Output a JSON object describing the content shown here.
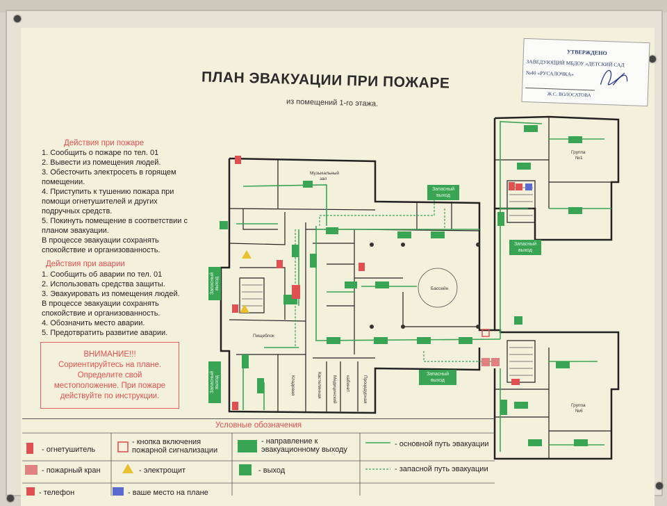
{
  "poster": {
    "title": "ПЛАН   ЭВАКУАЦИИ ПРИ ПОЖАРЕ",
    "subtitle": "из помещений 1-го этажа."
  },
  "stamp": {
    "approved": "УТВЕРЖДЕНО",
    "line1": "ЗАВЕДУЮЩИЙ   МБДОУ «ДЕТСКИЙ САД",
    "line2": "№40 «РУСАЛОЧКА»",
    "line3": "Ж.С. ВОЛОСАТОВА"
  },
  "fire_actions": {
    "heading": "Действия при пожаре",
    "lines": [
      "1. Сообщить о пожаре по тел. 01",
      "2. Вывести из помещения людей.",
      "3. Обесточить электросеть в горящем",
      "помещении.",
      "4. Приступить к тушению пожара при",
      "помощи огнетушителей и других",
      "подручных средств.",
      "5. Покинуть помещение в соответствии с",
      "планом эвакуации.",
      "В процессе эвакуации сохранять",
      "спокойствие и организованность."
    ]
  },
  "accident_actions": {
    "heading": "Действия при аварии",
    "lines": [
      "1. Сообщить об аварии по тел. 01",
      "2. Использовать средства защиты.",
      "3. Эвакуировать из помещения людей.",
      " В процессе эвакуации сохранять",
      "спокойствие и организованность.",
      "4. Обозначить место аварии.",
      "5. Предотвратить развитие аварии."
    ]
  },
  "warning": {
    "title": "ВНИМАНИЕ!!!",
    "lines": [
      "Сориентируйтесь на плане.",
      "Определите свой",
      "местоположение. При пожаре",
      "действуйте по инструкции."
    ]
  },
  "plan": {
    "rooms": {
      "music_hall": "Музыкальный",
      "music_hall_2": "зал",
      "pool": "Бассейн",
      "kitchen": "Пищеблок",
      "pantry": "Кладовая",
      "storage": "Кастелянная",
      "med_room": "Медицинский",
      "med_room_2": "кабинет",
      "procedure": "Процедурная",
      "group1": "Группа",
      "group1_n": "№1",
      "group6": "Группа",
      "group6_n": "№6"
    },
    "exits": {
      "top": "Запасный выход",
      "right": "Запасный выход",
      "bottom": "Запасный выход",
      "left_top": "Запасный выход",
      "left_bottom": "Запасный выход"
    }
  },
  "legend": {
    "title": "Условные обозначения",
    "extinguisher": "- огнетушитель",
    "alarm_button": "- кнопка включения пожарной сигнализации",
    "direction": "- направление к эвакуационному выходу",
    "main_route": "- основной путь эвакуации",
    "hydrant": "- пожарный кран",
    "panel": "- электрощит",
    "exit": "- выход",
    "reserve_route": "- запасной путь эвакуации",
    "phone": "- телефон",
    "location": "- ваше место на плане"
  },
  "colors": {
    "route": "#3aa455",
    "exit": "#3aa455",
    "red": "#e05050",
    "wall": "#222222"
  }
}
